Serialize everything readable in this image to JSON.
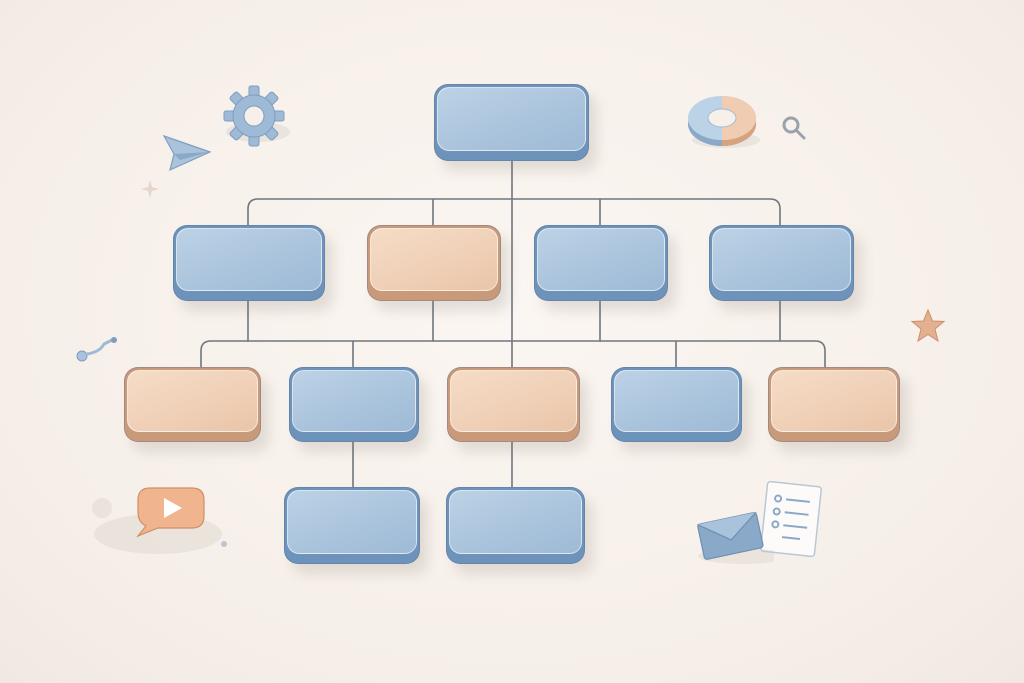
{
  "diagram": {
    "type": "org-chart",
    "colors": {
      "blue": "#a9c3dc",
      "peach": "#efcfb6",
      "line": "#6f7680",
      "background": "#f8f2ed"
    },
    "levels": [
      {
        "level": 0,
        "nodes": [
          {
            "id": "root",
            "color": "blue",
            "label": ""
          }
        ]
      },
      {
        "level": 1,
        "nodes": [
          {
            "id": "l1-a",
            "color": "blue",
            "label": ""
          },
          {
            "id": "l1-b",
            "color": "peach",
            "label": ""
          },
          {
            "id": "l1-c",
            "color": "blue",
            "label": ""
          },
          {
            "id": "l1-d",
            "color": "blue",
            "label": ""
          }
        ]
      },
      {
        "level": 2,
        "nodes": [
          {
            "id": "l2-a",
            "color": "peach",
            "label": ""
          },
          {
            "id": "l2-b",
            "color": "blue",
            "label": ""
          },
          {
            "id": "l2-c",
            "color": "peach",
            "label": ""
          },
          {
            "id": "l2-d",
            "color": "blue",
            "label": ""
          },
          {
            "id": "l2-e",
            "color": "peach",
            "label": ""
          }
        ]
      },
      {
        "level": 3,
        "nodes": [
          {
            "id": "l3-a",
            "color": "blue",
            "label": ""
          },
          {
            "id": "l3-b",
            "color": "blue",
            "label": ""
          }
        ]
      }
    ],
    "edges": [
      [
        "root",
        "l1-a"
      ],
      [
        "root",
        "l1-b"
      ],
      [
        "root",
        "l1-c"
      ],
      [
        "root",
        "l1-d"
      ],
      [
        "l1-a",
        "l2-a"
      ],
      [
        "l1-b",
        "l2-b"
      ],
      [
        "l1-c",
        "l2-c"
      ],
      [
        "l1-d",
        "l2-d"
      ],
      [
        "l1-d",
        "l2-e"
      ],
      [
        "l2-b",
        "l3-a"
      ],
      [
        "l2-c",
        "l3-b"
      ]
    ]
  },
  "decorations": [
    "gear-icon",
    "paper-plane-icon",
    "sparkle-icon",
    "donut-chart-icon",
    "magnifier-icon",
    "star-icon",
    "connector-icon",
    "video-chat-icon",
    "envelope-icon",
    "checklist-icon"
  ]
}
